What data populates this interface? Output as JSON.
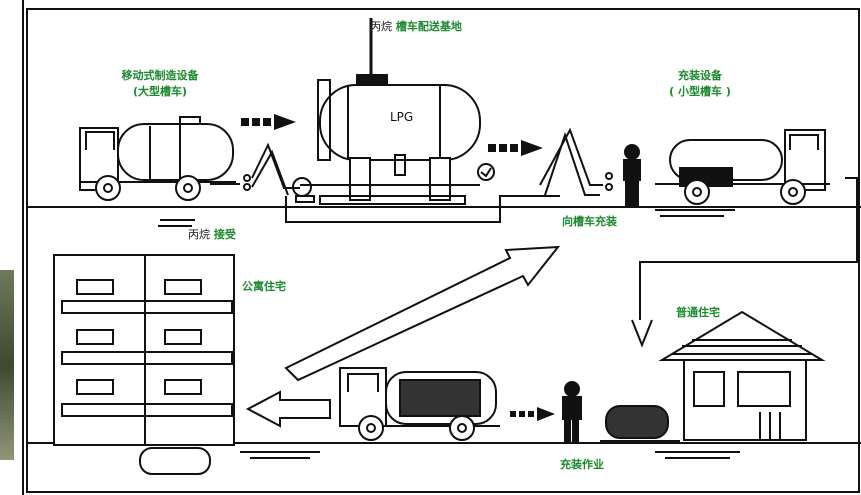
{
  "labels": {
    "base_prefix": "丙烷",
    "base_title": "槽车配送基地",
    "mobile_title": "移动式制造设备",
    "mobile_sub": "(大型槽车)",
    "filling_title": "充装设备",
    "filling_sub": "( 小型槽车 )",
    "tank_text": "LPG",
    "receive_prefix": "丙烷",
    "receive_title": "接受",
    "tanker_fill": "向槽车充装",
    "apartment": "公寓住宅",
    "house": "普通住宅",
    "work": "充装作业"
  },
  "colors": {
    "label_green": "#1a8a2e",
    "line": "#111111"
  }
}
